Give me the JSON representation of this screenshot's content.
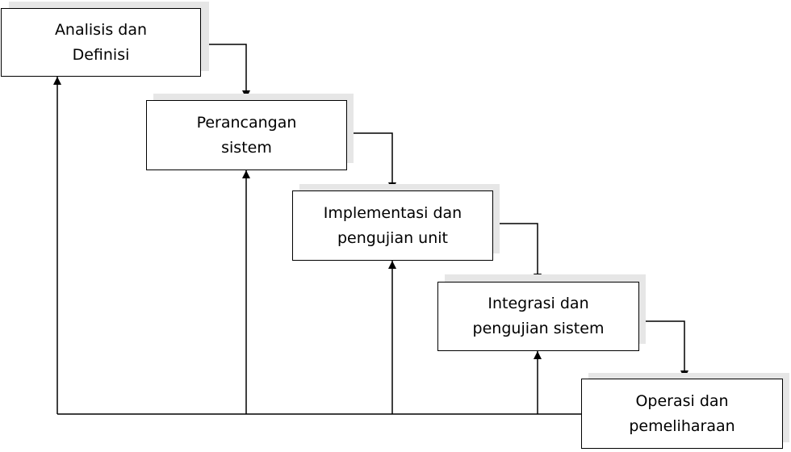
{
  "diagram": {
    "colors": {
      "line": "#000000",
      "box_border": "#000000",
      "box_fill": "#ffffff",
      "shadow": "#e6e6e6"
    },
    "steps": [
      {
        "line1": "Analisis dan",
        "line2": "Definisi"
      },
      {
        "line1": "Perancangan",
        "line2": "sistem"
      },
      {
        "line1": "Implementasi dan",
        "line2": "pengujian unit"
      },
      {
        "line1": "Integrasi dan",
        "line2": "pengujian sistem"
      },
      {
        "line1": "Operasi dan",
        "line2": "pemeliharaan"
      }
    ]
  }
}
